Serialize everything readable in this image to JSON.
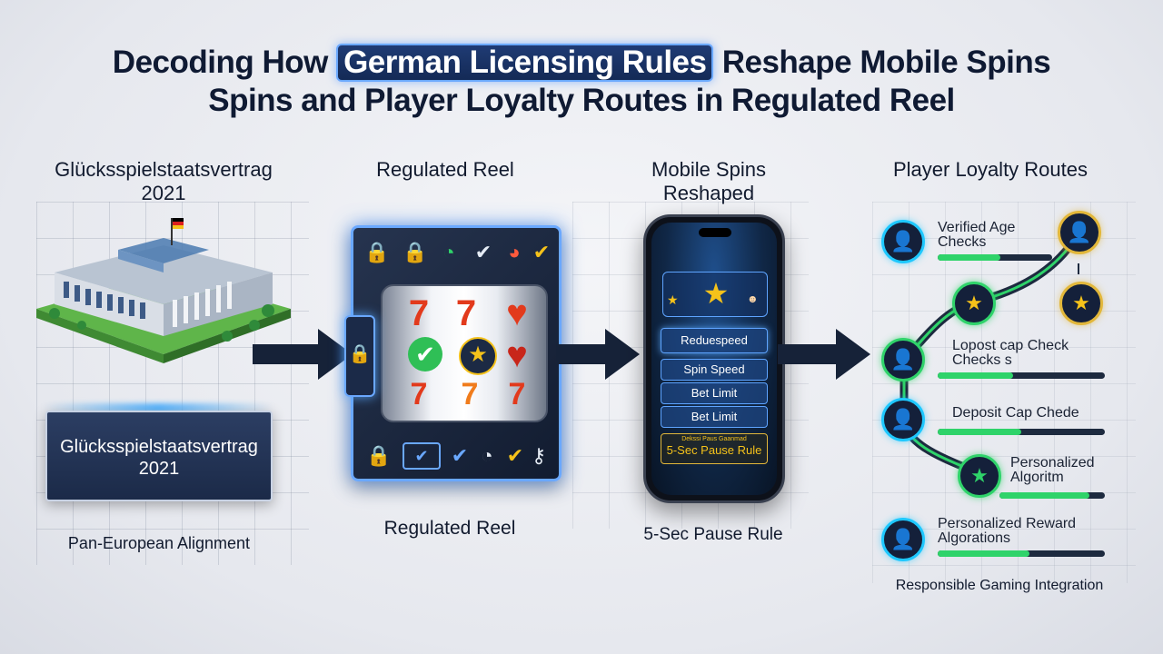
{
  "title": {
    "line1_pre": "Decoding How ",
    "line1_highlight": "German Licensing Rules",
    "line1_post": " Reshape Mobile Spins",
    "line2": "Spins and Player Loyalty Routes in Regulated Reel"
  },
  "columns": {
    "col1": {
      "heading": "Glücksspielstaatsvertrag\n2021",
      "box_label": "Glücksspielstaatsvertrag\n2021",
      "caption": "Pan-European Alignment"
    },
    "col2": {
      "heading": "Regulated Reel",
      "caption": "Regulated Reel"
    },
    "col3": {
      "heading": "Mobile Spins\nReshaped",
      "caption": "5-Sec Pause Rule",
      "phone": {
        "buttons": [
          "Reduespeed",
          "Spin Speed",
          "Bet Limit",
          "Bet Limit"
        ],
        "pause_small": "Dekssi Paus Gaanmad",
        "pause_label": "5-Sec Pause Rule"
      }
    },
    "col4": {
      "heading": "Player Loyalty Routes",
      "routes": [
        {
          "label": "Verified Age\nChecks",
          "fill": 0.55
        },
        {
          "label": "Lopost cap Check\nChecks s",
          "fill": 0.45
        },
        {
          "label": "Deposit Cap Chede",
          "fill": 0.5
        },
        {
          "label": "Personalized\nAlgoritm",
          "fill": 0.85
        },
        {
          "label": "Personalized Reward\nAlgorations",
          "fill": 0.55
        }
      ],
      "caption": "Responsible Gaming Integration"
    }
  },
  "colors": {
    "accent_blue": "#6aa8ff",
    "route_green": "#2fd36a",
    "dark_navy": "#162238",
    "gold": "#f5c21a"
  },
  "icons": {
    "arrow": "right-arrow-icon",
    "lock": "lock-icon",
    "star": "star-icon",
    "user": "user-icon",
    "check": "check-icon",
    "gauge": "gauge-icon"
  }
}
